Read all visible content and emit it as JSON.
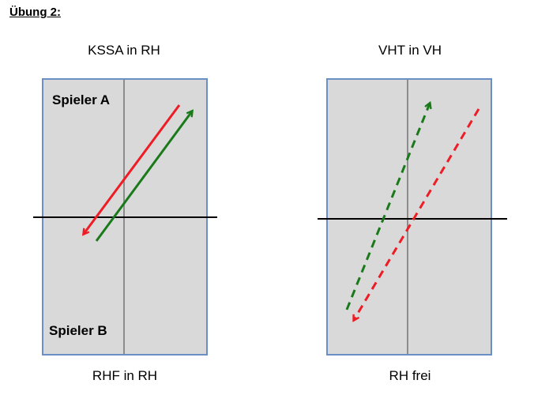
{
  "heading": "Übung 2:",
  "left": {
    "top_label": "KSSA in RH",
    "bottom_label": "RHF in RH",
    "player_a": "Spieler A",
    "player_b": "Spieler B"
  },
  "right": {
    "top_label": "VHT in VH",
    "bottom_label": "RH frei"
  },
  "colors": {
    "court_fill": "#d9d9d9",
    "court_border": "#6a8fc4",
    "red": "#ee1c24",
    "green": "#1a7a1a",
    "center_line": "#8c8c8c",
    "net": "#000000"
  },
  "arrows": [
    {
      "court": "left",
      "color": "red",
      "style": "solid",
      "direction": "toward Spieler B"
    },
    {
      "court": "left",
      "color": "green",
      "style": "solid",
      "direction": "toward Spieler A"
    },
    {
      "court": "right",
      "color": "green",
      "style": "dashed",
      "direction": "toward top"
    },
    {
      "court": "right",
      "color": "red",
      "style": "dashed",
      "direction": "toward bottom"
    }
  ]
}
